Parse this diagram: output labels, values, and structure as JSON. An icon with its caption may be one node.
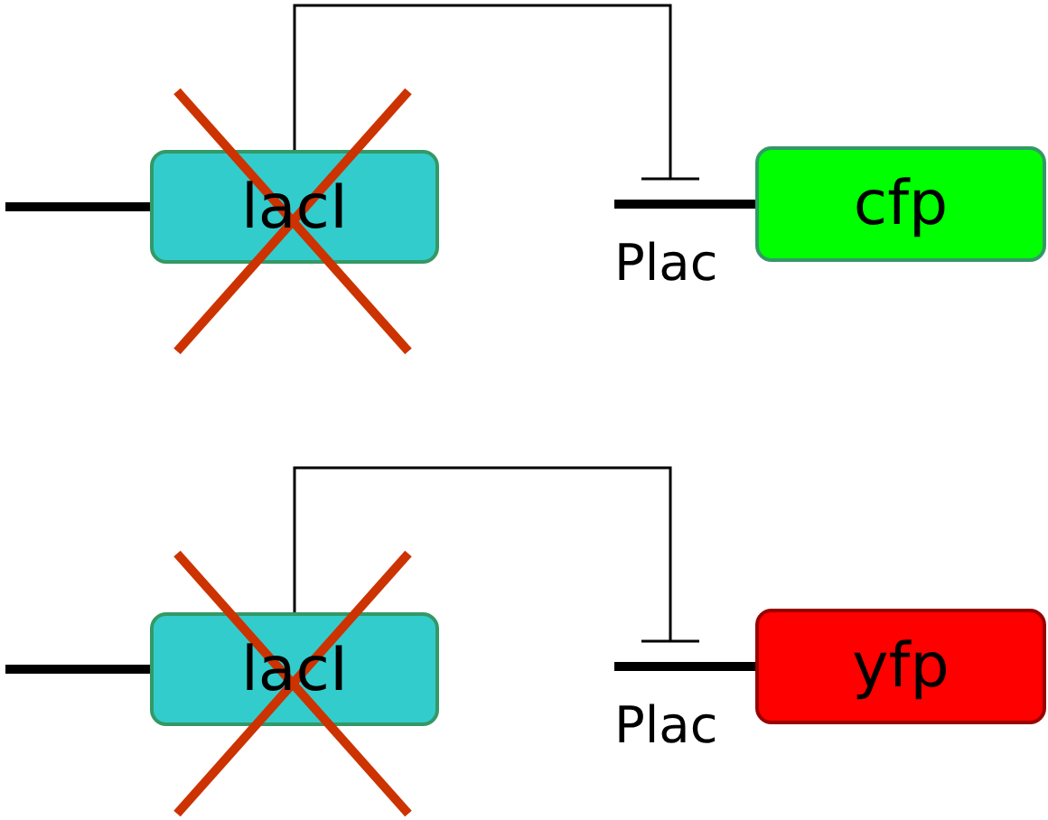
{
  "diagram": {
    "nodes": [
      {
        "text": [
          "lacI"
        ]
      },
      {
        "text": [
          "Plac"
        ]
      },
      {
        "text": [
          "cfp"
        ]
      },
      {
        "text": [
          "lacI"
        ]
      },
      {
        "text": [
          "Plac"
        ]
      },
      {
        "text": [
          "yfp"
        ]
      }
    ],
    "edges": [
      {
        "from": 0,
        "to": 1,
        "arrow": "other"
      },
      {
        "from": 3,
        "to": 4,
        "arrow": "other"
      }
    ]
  }
}
